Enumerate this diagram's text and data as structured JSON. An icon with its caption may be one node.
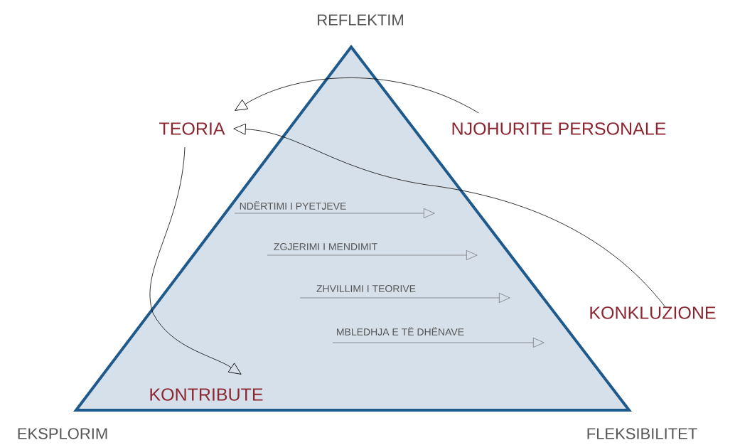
{
  "diagram": {
    "nodes": [
      {
        "text": [],
        "shape": "triangle"
      },
      {
        "text": [
          "TEORIA"
        ]
      },
      {
        "text": [
          "NJOHURITE PERSONALE"
        ]
      },
      {
        "text": [
          "KONKLUZIONE"
        ]
      },
      {
        "text": [
          "KONTRIBUTE"
        ],
        "in": 0
      }
    ],
    "edges": [
      {
        "from": 2,
        "to": 1,
        "arrow": "to"
      },
      {
        "from": 3,
        "to": 1,
        "arrow": "to"
      },
      {
        "from": 1,
        "to": 4,
        "arrow": "to"
      }
    ],
    "labels": [
      "REFLEKTIM",
      "NDËRTIMI I PYETJEVE",
      "ZGJERIMI I MENDIMIT",
      "ZHVILLIMI I TEORIVE",
      "MBLEDHJA E TË DHËNAVE",
      "EKSPLORIM",
      "FLEKSIBILITET"
    ]
  }
}
